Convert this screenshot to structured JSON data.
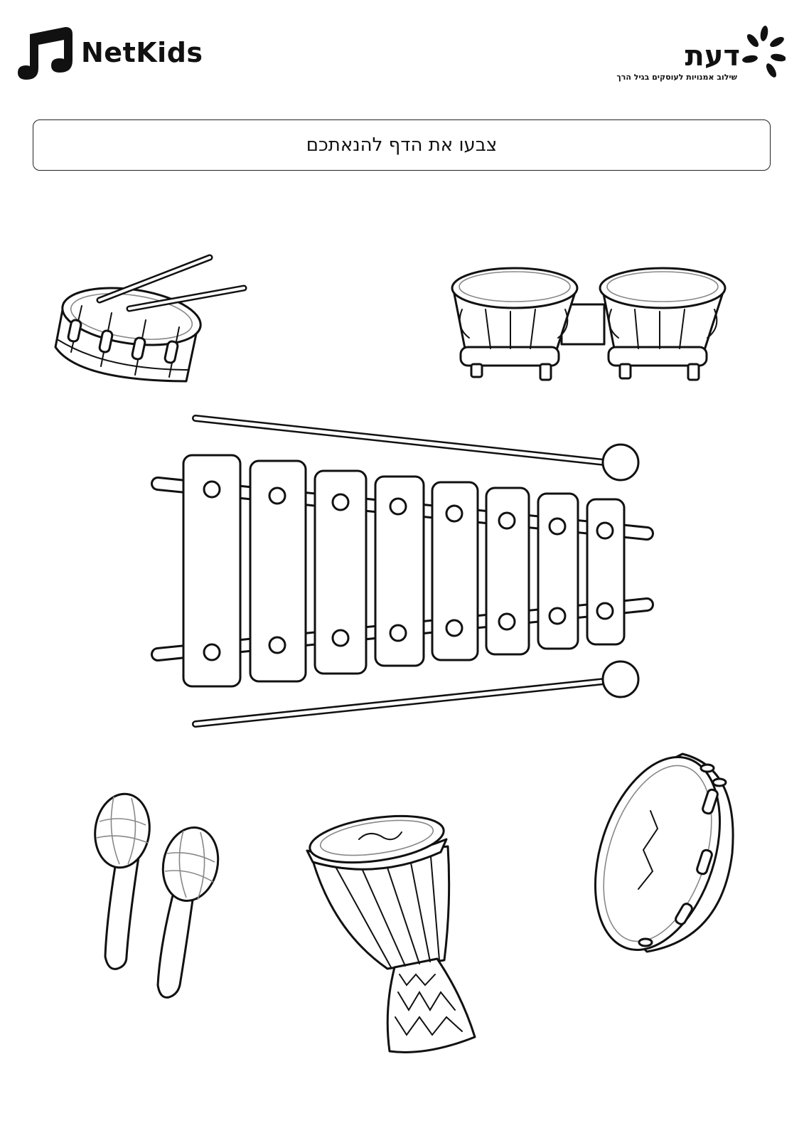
{
  "header": {
    "left_logo": {
      "name": "NetKids",
      "icon": "music-note-play-icon"
    },
    "right_logo": {
      "name": "דעת",
      "tagline": "שילוב אמנויות לעוסקים בגיל הרך",
      "icon": "sunburst-icon"
    }
  },
  "instruction": {
    "text": "צבעו את הדף להנאתכם"
  },
  "illustrations": [
    {
      "icon": "snare-drum-icon"
    },
    {
      "icon": "bongo-drums-icon"
    },
    {
      "icon": "xylophone-icon"
    },
    {
      "icon": "maracas-icon"
    },
    {
      "icon": "djembe-icon"
    },
    {
      "icon": "tambourine-icon"
    }
  ]
}
